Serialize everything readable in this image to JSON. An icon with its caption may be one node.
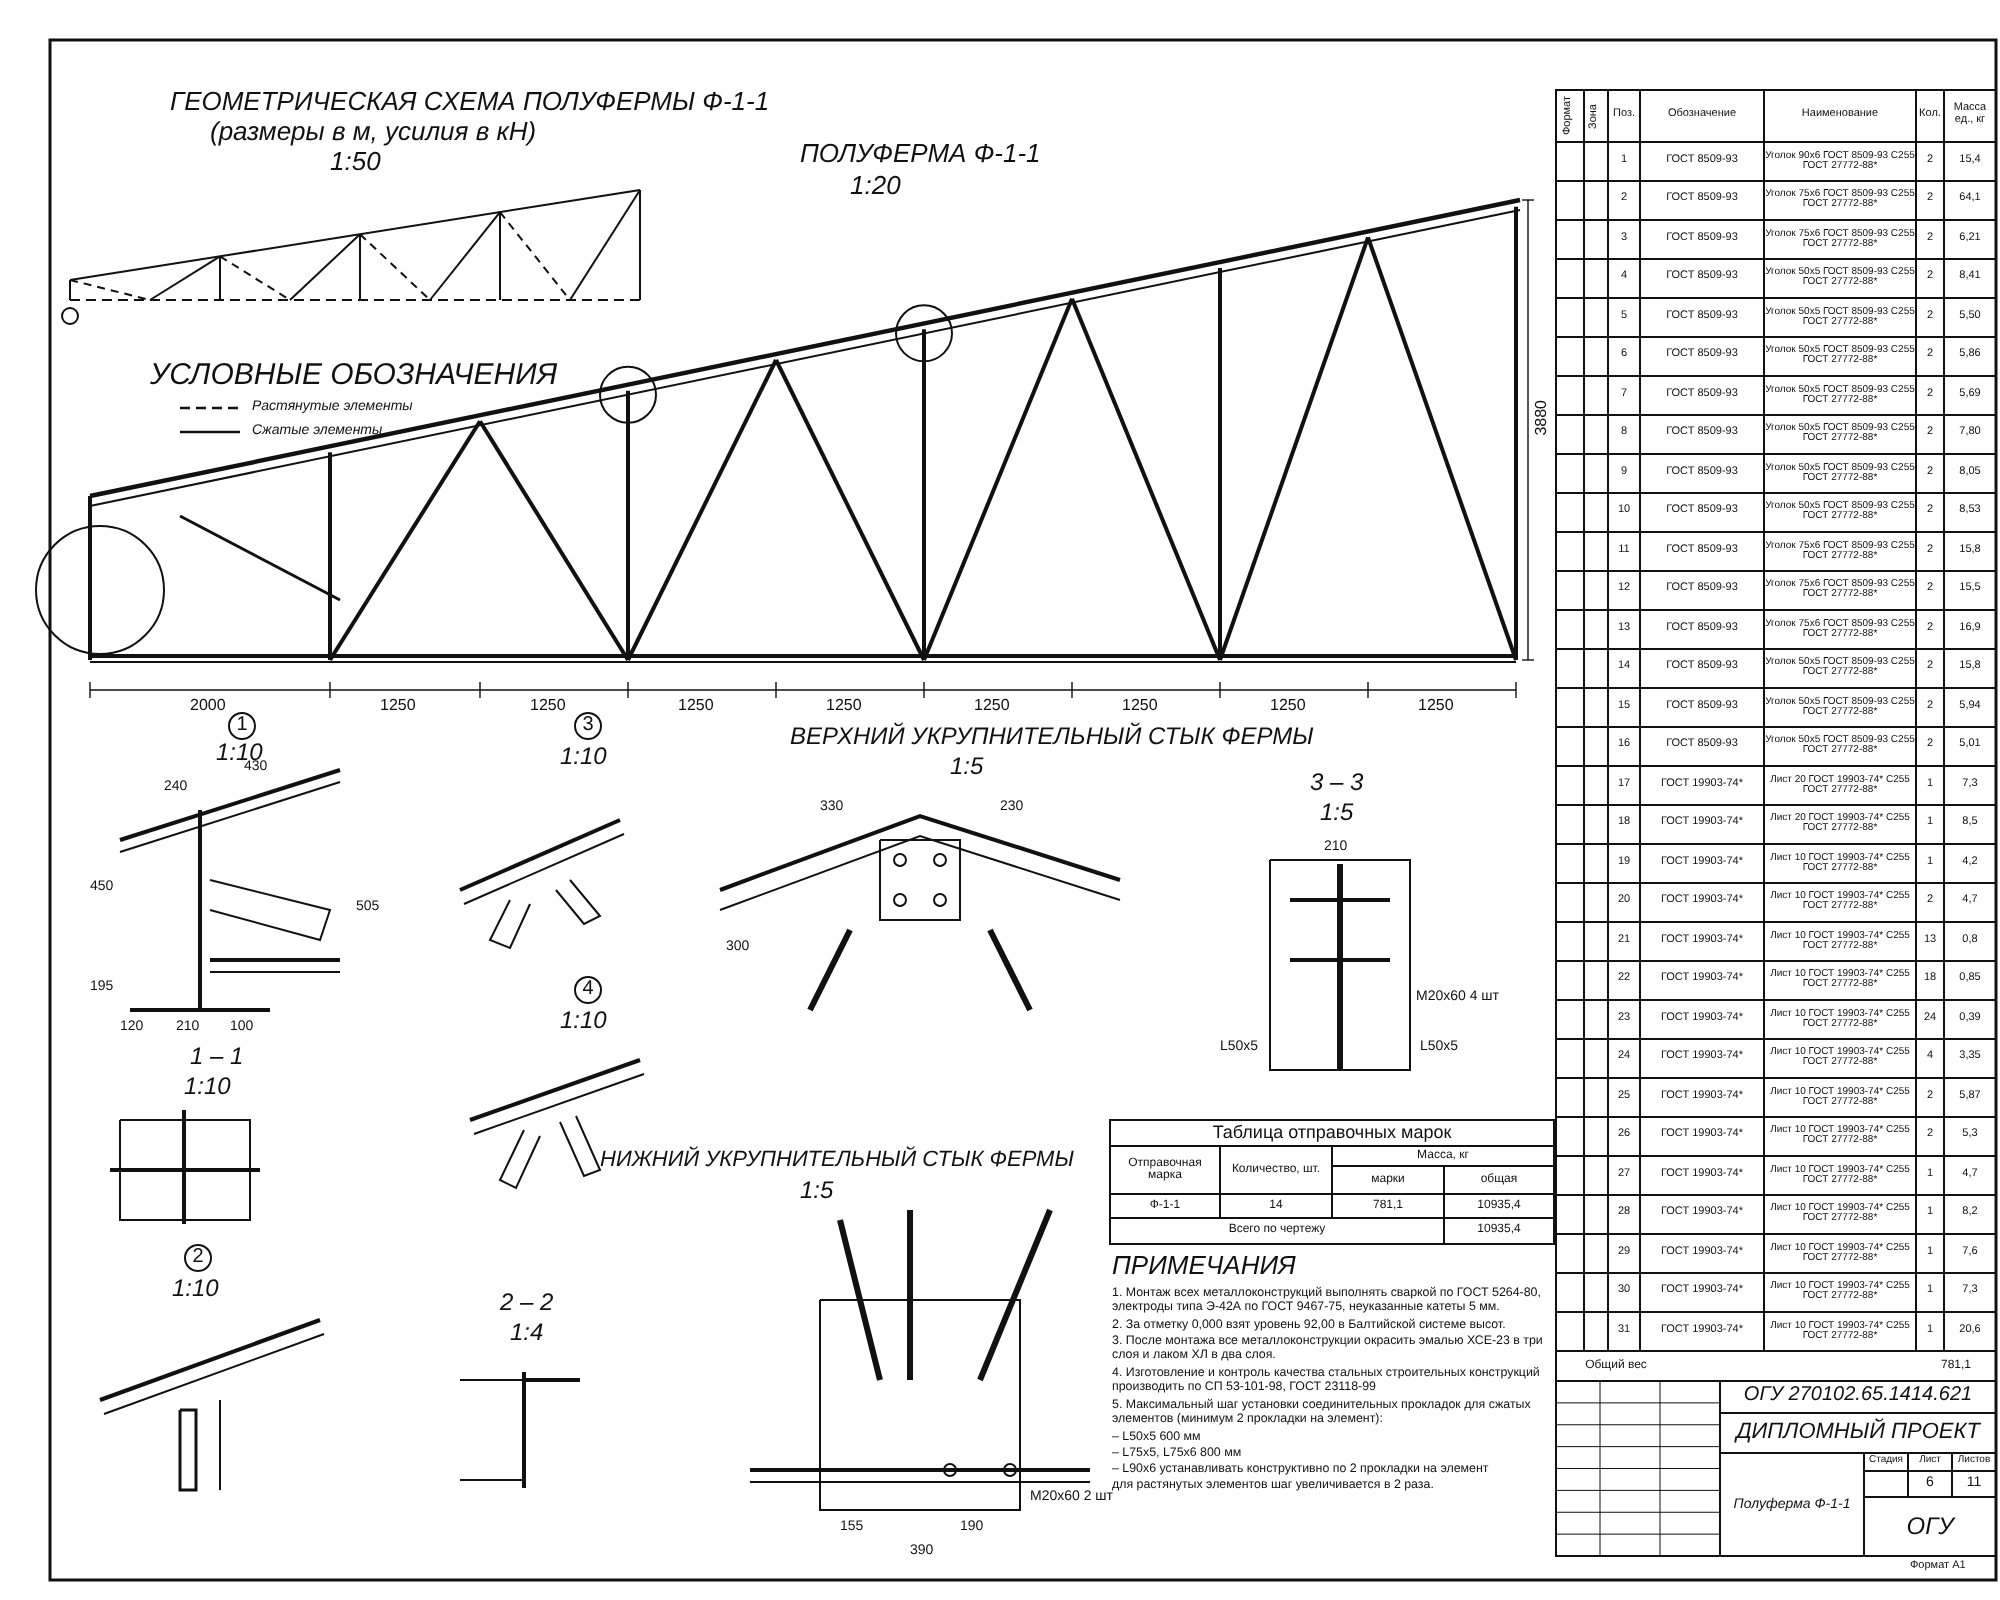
{
  "diagram": {
    "labels": [
      "ГЕОМЕТРИЧЕСКАЯ СХЕМА ПОЛУФЕРМЫ Ф-1-1",
      "(размеры в м, усилия в кН)",
      "1:50",
      "ПОЛУФЕРМА Ф-1-1",
      "1:20",
      "УСЛОВНЫЕ ОБОЗНАЧЕНИЯ",
      "2000",
      "1250",
      "1250",
      "1250",
      "1250",
      "1250",
      "1250",
      "1250",
      "1250",
      "3880",
      "1",
      "1:10",
      "3",
      "1:10",
      "ВЕРХНИЙ УКРУПНИТЕЛЬНЫЙ СТЫК ФЕРМЫ",
      "1:5",
      "3 – 3",
      "1:5",
      "1 – 1",
      "1:10",
      "4",
      "1:10",
      "НИЖНИЙ УКРУПНИТЕЛЬНЫЙ СТЫК ФЕРМЫ",
      "1:5",
      "2",
      "1:10",
      "2 – 2",
      "1:4",
      "240",
      "430",
      "450",
      "195",
      "120",
      "210",
      "100",
      "505",
      "210",
      "М20х60 4 шт",
      "L50х5",
      "L50х5",
      "155",
      "190",
      "390",
      "М20х60 2 шт",
      "330",
      "230",
      "300",
      "Таблица отправочных марок",
      "Отправочная марка",
      "Количество, шт.",
      "Масса, кг",
      "марки",
      "общая",
      "Ф-1-1",
      "14",
      "781,1",
      "10935,4",
      "Всего по чертежу",
      "10935,4",
      "ПРИМЕЧАНИЯ",
      "1. Монтаж всех металлоконструкций выполнять сваркой по ГОСТ 5264-80, электроды типа Э-42А по ГОСТ 9467-75, неуказанные катеты 5 мм.",
      "2. За отметку 0,000 взят уровень 92,00 в Балтийской системе высот.",
      "3. После монтажа все металлоконструкции окрасить эмалью ХСЕ-23 в три слоя и лаком ХЛ в два слоя.",
      "4. Изготовление и контроль качества стальных строительных конструкций производить по СП 53-101-98, ГОСТ 23118-99",
      "5. Максимальный шаг установки соединительных прокладок для сжатых элементов (минимум 2 прокладки на элемент):",
      "– L50х5 600 мм",
      "– L75х5, L75х6 800 мм",
      "– L90х6 устанавливать конструктивно по 2 прокладки на элемент",
      "для растянутых элементов шаг увеличивается в 2 раза.",
      "Формат",
      "Зона",
      "Поз.",
      "Обозначение",
      "Наименование",
      "Кол.",
      "Масса ед., кг",
      "1",
      "ГОСТ 8509-93",
      "Уголок 90х6 ГОСТ 8509-93 С255 ГОСТ 27772-88*",
      "2",
      "15,4",
      "2",
      "ГОСТ 8509-93",
      "Уголок 75х6 ГОСТ 8509-93 С255 ГОСТ 27772-88*",
      "2",
      "64,1",
      "3",
      "ГОСТ 8509-93",
      "Уголок 75х6 ГОСТ 8509-93 С255 ГОСТ 27772-88*",
      "2",
      "6,21",
      "4",
      "ГОСТ 8509-93",
      "Уголок 50х5 ГОСТ 8509-93 С255 ГОСТ 27772-88*",
      "2",
      "8,41",
      "5",
      "ГОСТ 8509-93",
      "Уголок 50х5 ГОСТ 8509-93 С255 ГОСТ 27772-88*",
      "2",
      "5,50",
      "6",
      "ГОСТ 8509-93",
      "Уголок 50х5 ГОСТ 8509-93 С255 ГОСТ 27772-88*",
      "2",
      "5,86",
      "7",
      "ГОСТ 8509-93",
      "Уголок 50х5 ГОСТ 8509-93 С255 ГОСТ 27772-88*",
      "2",
      "5,69",
      "8",
      "ГОСТ 8509-93",
      "Уголок 50х5 ГОСТ 8509-93 С255 ГОСТ 27772-88*",
      "2",
      "7,80",
      "9",
      "ГОСТ 8509-93",
      "Уголок 50х5 ГОСТ 8509-93 С255 ГОСТ 27772-88*",
      "2",
      "8,05",
      "10",
      "ГОСТ 8509-93",
      "Уголок 50х5 ГОСТ 8509-93 С255 ГОСТ 27772-88*",
      "2",
      "8,53",
      "11",
      "ГОСТ 8509-93",
      "Уголок 75х6 ГОСТ 8509-93 С255 ГОСТ 27772-88*",
      "2",
      "15,8",
      "12",
      "ГОСТ 8509-93",
      "Уголок 75х6 ГОСТ 8509-93 С255 ГОСТ 27772-88*",
      "2",
      "15,5",
      "13",
      "ГОСТ 8509-93",
      "Уголок 75х6 ГОСТ 8509-93 С255 ГОСТ 27772-88*",
      "2",
      "16,9",
      "14",
      "ГОСТ 8509-93",
      "Уголок 50х5 ГОСТ 8509-93 С255 ГОСТ 27772-88*",
      "2",
      "15,8",
      "15",
      "ГОСТ 8509-93",
      "Уголок 50х5 ГОСТ 8509-93 С255 ГОСТ 27772-88*",
      "2",
      "5,94",
      "16",
      "ГОСТ 8509-93",
      "Уголок 50х5 ГОСТ 8509-93 С255 ГОСТ 27772-88*",
      "2",
      "5,01",
      "17",
      "ГОСТ 19903-74*",
      "Лист 20 ГОСТ 19903-74* С255 ГОСТ 27772-88*",
      "1",
      "7,3",
      "18",
      "ГОСТ 19903-74*",
      "Лист 20 ГОСТ 19903-74* С255 ГОСТ 27772-88*",
      "1",
      "8,5",
      "19",
      "ГОСТ 19903-74*",
      "Лист 10 ГОСТ 19903-74* С255 ГОСТ 27772-88*",
      "1",
      "4,2",
      "20",
      "ГОСТ 19903-74*",
      "Лист 10 ГОСТ 19903-74* С255 ГОСТ 27772-88*",
      "2",
      "4,7",
      "21",
      "ГОСТ 19903-74*",
      "Лист 10 ГОСТ 19903-74* С255 ГОСТ 27772-88*",
      "13",
      "0,8",
      "22",
      "ГОСТ 19903-74*",
      "Лист 10 ГОСТ 19903-74* С255 ГОСТ 27772-88*",
      "18",
      "0,85",
      "23",
      "ГОСТ 19903-74*",
      "Лист 10 ГОСТ 19903-74* С255 ГОСТ 27772-88*",
      "24",
      "0,39",
      "24",
      "ГОСТ 19903-74*",
      "Лист 10 ГОСТ 19903-74* С255 ГОСТ 27772-88*",
      "4",
      "3,35",
      "25",
      "ГОСТ 19903-74*",
      "Лист 10 ГОСТ 19903-74* С255 ГОСТ 27772-88*",
      "2",
      "5,87",
      "26",
      "ГОСТ 19903-74*",
      "Лист 10 ГОСТ 19903-74* С255 ГОСТ 27772-88*",
      "2",
      "5,3",
      "27",
      "ГОСТ 19903-74*",
      "Лист 10 ГОСТ 19903-74* С255 ГОСТ 27772-88*",
      "1",
      "4,7",
      "28",
      "ГОСТ 19903-74*",
      "Лист 10 ГОСТ 19903-74* С255 ГОСТ 27772-88*",
      "1",
      "8,2",
      "29",
      "ГОСТ 19903-74*",
      "Лист 10 ГОСТ 19903-74* С255 ГОСТ 27772-88*",
      "1",
      "7,6",
      "30",
      "ГОСТ 19903-74*",
      "Лист 10 ГОСТ 19903-74* С255 ГОСТ 27772-88*",
      "1",
      "7,3",
      "31",
      "ГОСТ 19903-74*",
      "Лист 10 ГОСТ 19903-74* С255 ГОСТ 27772-88*",
      "1",
      "20,6",
      "Общий вес",
      "781,1",
      "ОГУ 270102.65.1414.621",
      "ДИПЛОМНЫЙ ПРОЕКТ",
      "Стадия",
      "Лист",
      "Листов",
      "6",
      "11",
      "Полуферма Ф-1-1",
      "ОГУ",
      "Формат А1"
    ],
    "legend": [
      {
        "text": "Растянутые элементы"
      },
      {
        "text": "Сжатые элементы"
      }
    ]
  }
}
